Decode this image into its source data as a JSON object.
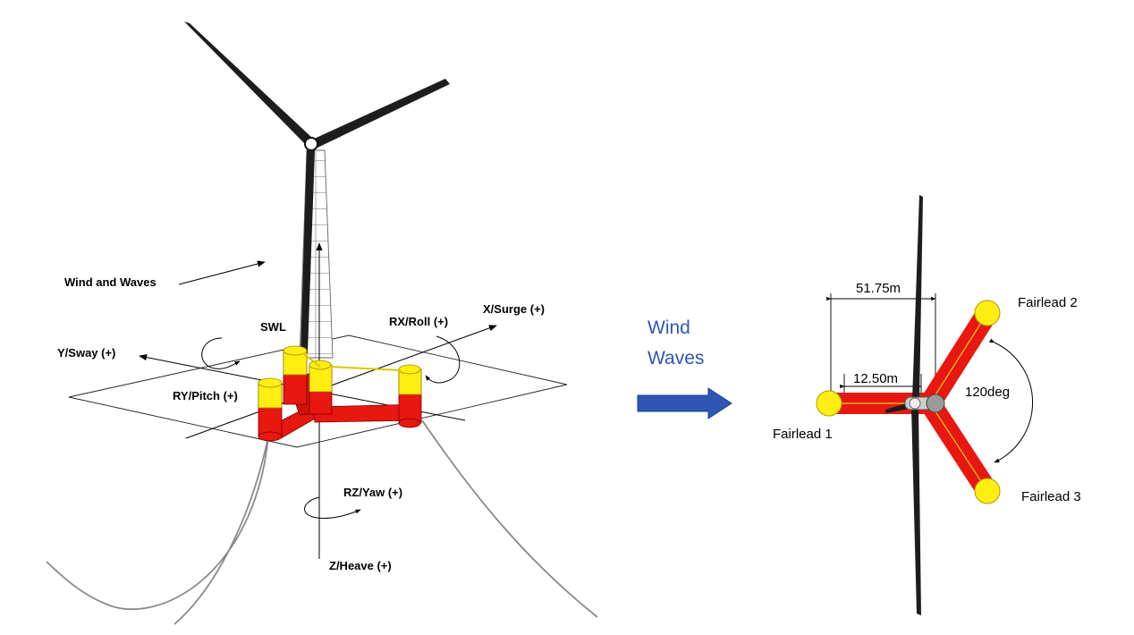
{
  "left_diagram": {
    "labels": {
      "wind_and_waves": "Wind and Waves",
      "swl": "SWL",
      "x_surge": "X/Surge (+)",
      "rx_roll": "RX/Roll (+)",
      "y_sway": "Y/Sway (+)",
      "ry_pitch": "RY/Pitch (+)",
      "rz_yaw": "RZ/Yaw (+)",
      "z_heave": "Z/Heave (+)"
    }
  },
  "center": {
    "wind_line1": "Wind",
    "wind_line2": "Waves"
  },
  "right_diagram": {
    "dim_outer": "51.75m",
    "dim_inner": "12.50m",
    "angle": "120deg",
    "fairlead_1": "Fairlead 1",
    "fairlead_2": "Fairlead 2",
    "fairlead_3": "Fairlead 3"
  },
  "colors": {
    "column_red": "#e8170f",
    "column_yellow": "#ffee10",
    "arrow_blue": "#2f55b5",
    "blade": "#1d1d1d"
  }
}
